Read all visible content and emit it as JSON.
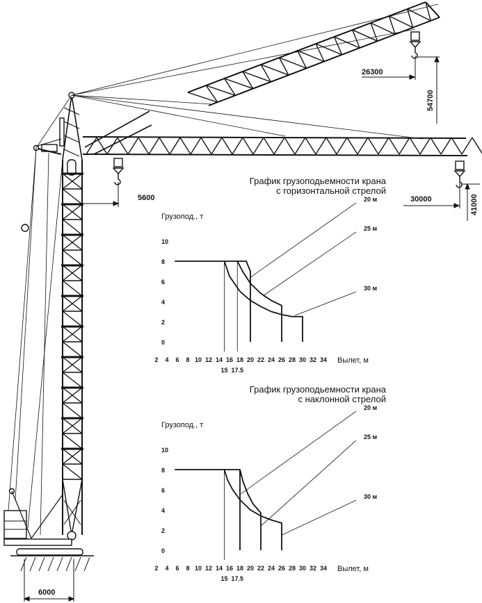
{
  "dimensions": {
    "inclined_reach": "26300",
    "inclined_height": "54700",
    "min_reach": "5600",
    "max_reach": "30000",
    "horizontal_height": "41000",
    "track_gauge": "6000"
  },
  "colors": {
    "ink": "#111111",
    "background": "#ffffff"
  },
  "chart_data": [
    {
      "type": "line",
      "title": [
        "График грузоподьемности крана",
        "с горизонтальной стрелой"
      ],
      "ylabel": "Грузопод., т",
      "xlabel": "Вылет, м",
      "xlim": [
        2,
        34
      ],
      "ylim": [
        0,
        10
      ],
      "xticks": [
        "2",
        "4",
        "6",
        "8",
        "10",
        "12",
        "14",
        "16",
        "18",
        "20",
        "22",
        "24",
        "26",
        "28",
        "30",
        "32",
        "34"
      ],
      "yticks": [
        "10",
        "8",
        "6",
        "4",
        "2",
        "0"
      ],
      "extra_xticks": [
        "15",
        "17.5"
      ],
      "series": [
        {
          "name": "20 м",
          "points": [
            [
              5.5,
              8
            ],
            [
              19.2,
              8
            ],
            [
              20,
              7.0
            ],
            [
              20,
              0
            ]
          ],
          "pointer": [
            20,
            6.4
          ]
        },
        {
          "name": "25 м",
          "points": [
            [
              17.5,
              8
            ],
            [
              18.5,
              7
            ],
            [
              20,
              5.8
            ],
            [
              22,
              4.8
            ],
            [
              24,
              4.1
            ],
            [
              26,
              3.6
            ],
            [
              26,
              0
            ]
          ],
          "pointer": [
            22.5,
            4.6
          ]
        },
        {
          "name": "30 м",
          "points": [
            [
              15,
              8
            ],
            [
              16,
              6.5
            ],
            [
              18,
              5
            ],
            [
              20,
              4.1
            ],
            [
              22,
              3.5
            ],
            [
              24,
              3.0
            ],
            [
              26,
              2.7
            ],
            [
              28,
              2.5
            ],
            [
              30,
              2.5
            ],
            [
              30,
              0
            ]
          ],
          "pointer": [
            28.5,
            2.6
          ]
        }
      ],
      "reference_lines": [
        15,
        17.5
      ]
    },
    {
      "type": "line",
      "title": [
        "График грузоподьемности крана",
        "с наклонной стрелой"
      ],
      "ylabel": "Грузопод., т",
      "xlabel": "Вылет, м",
      "xlim": [
        2,
        34
      ],
      "ylim": [
        0,
        10
      ],
      "xticks": [
        "2",
        "4",
        "6",
        "8",
        "10",
        "12",
        "14",
        "16",
        "18",
        "20",
        "22",
        "24",
        "26",
        "28",
        "30",
        "32",
        "34"
      ],
      "yticks": [
        "10",
        "8",
        "6",
        "4",
        "2",
        "0"
      ],
      "extra_xticks": [
        "15",
        "17.5"
      ],
      "series": [
        {
          "name": "20 м",
          "points": [
            [
              5.5,
              8
            ],
            [
              18,
              8
            ],
            [
              18,
              0
            ]
          ],
          "pointer": [
            18.2,
            5.6
          ]
        },
        {
          "name": "25 м",
          "points": [
            [
              18,
              8
            ],
            [
              18.6,
              6.8
            ],
            [
              19.5,
              5.6
            ],
            [
              20.5,
              4.6
            ],
            [
              22,
              3.7
            ],
            [
              22,
              0
            ]
          ],
          "pointer": [
            22,
            2.4
          ]
        },
        {
          "name": "30 м",
          "points": [
            [
              15,
              8
            ],
            [
              15.6,
              7
            ],
            [
              16.6,
              6
            ],
            [
              18,
              5
            ],
            [
              20,
              4
            ],
            [
              22,
              3.4
            ],
            [
              24,
              3.0
            ],
            [
              26,
              2.7
            ],
            [
              26,
              0
            ]
          ],
          "pointer": [
            26,
            1.5
          ]
        }
      ],
      "reference_lines": [
        15
      ]
    }
  ]
}
